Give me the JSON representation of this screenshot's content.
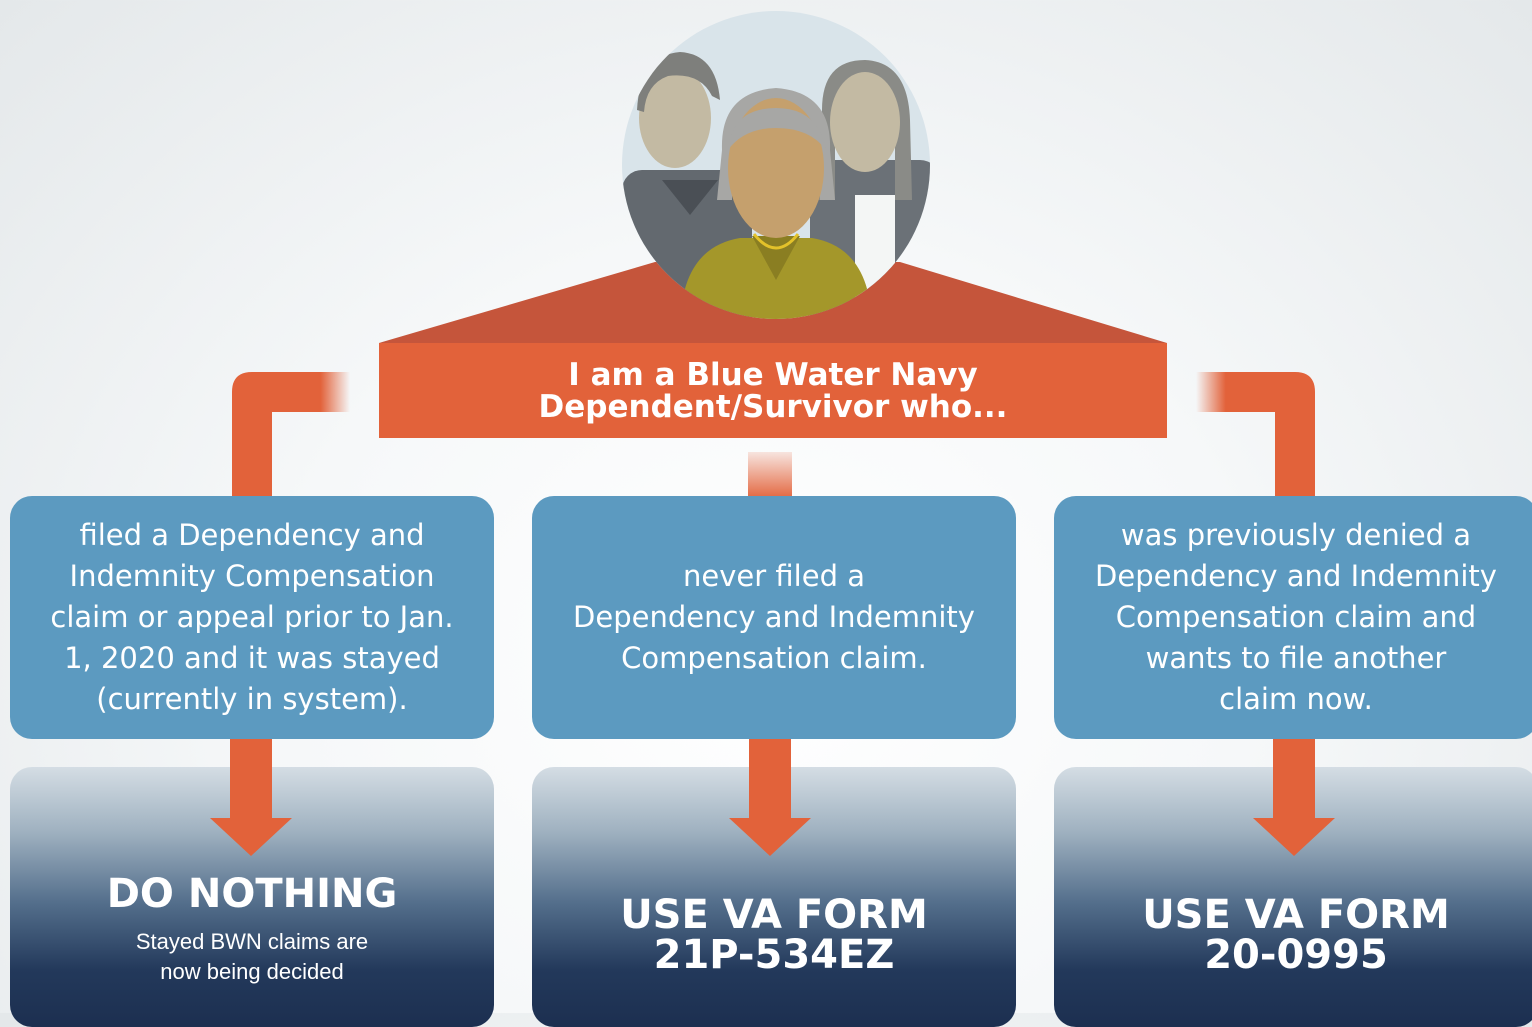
{
  "banner": {
    "line1": "I am a Blue Water Navy",
    "line2": "Dependent/Survivor who..."
  },
  "situations": [
    {
      "text": "filed a Dependency and\nIndemnity Compensation\nclaim or appeal prior to Jan.\n1, 2020 and it was stayed\n(currently in system)."
    },
    {
      "text": "never filed a\nDependency and Indemnity\nCompensation claim."
    },
    {
      "text": "was previously denied a\nDependency and Indemnity\nCompensation claim and\nwants to file another\nclaim now."
    }
  ],
  "actions": [
    {
      "title": "DO NOTHING",
      "subtitle": "Stayed BWN claims are\nnow being decided"
    },
    {
      "title_line1": "USE VA FORM",
      "title_line2": "21P-534EZ"
    },
    {
      "title_line1": "USE VA FORM",
      "title_line2": "20-0995"
    }
  ],
  "colors": {
    "arrow": "#e2623a",
    "banner_dark": "#c5553b",
    "situation_box": "#5c9ac0",
    "action_dark": "#1c2f50"
  }
}
